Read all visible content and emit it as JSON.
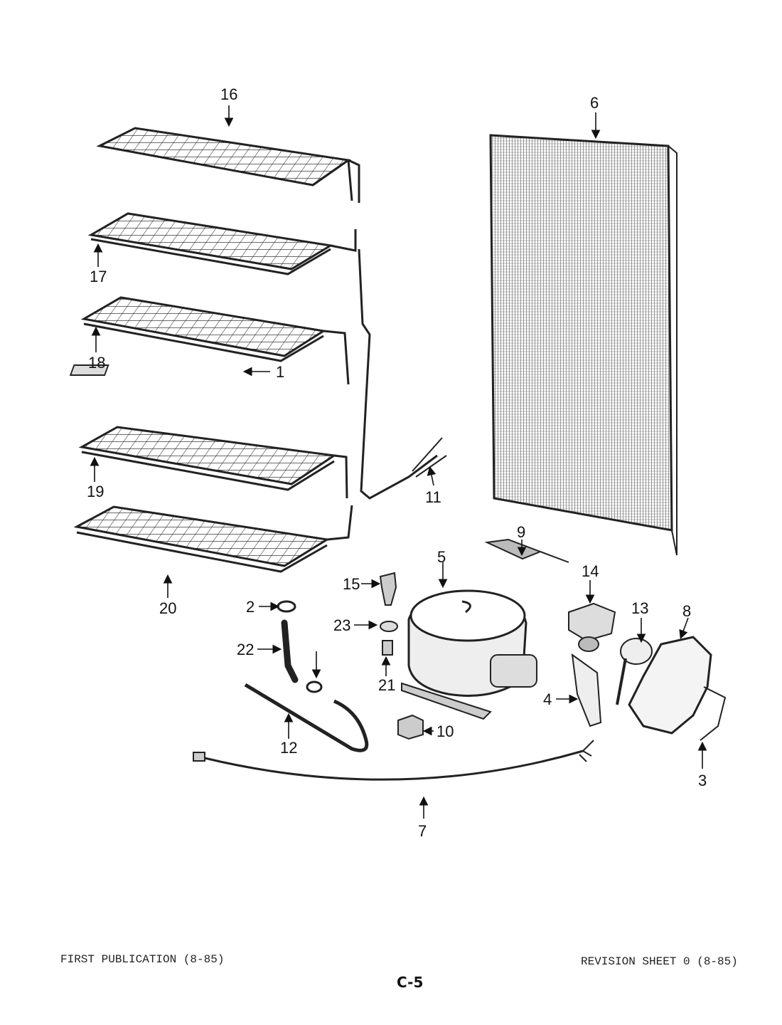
{
  "footer": {
    "left": "FIRST PUBLICATION (8-85)",
    "right": "REVISION SHEET 0 (8-85)",
    "page": "C-5"
  },
  "callouts": [
    "1",
    "2",
    "3",
    "4",
    "5",
    "6",
    "7",
    "8",
    "9",
    "10",
    "11",
    "12",
    "13",
    "14",
    "15",
    "16",
    "17",
    "18",
    "19",
    "20",
    "21",
    "22",
    "23"
  ]
}
